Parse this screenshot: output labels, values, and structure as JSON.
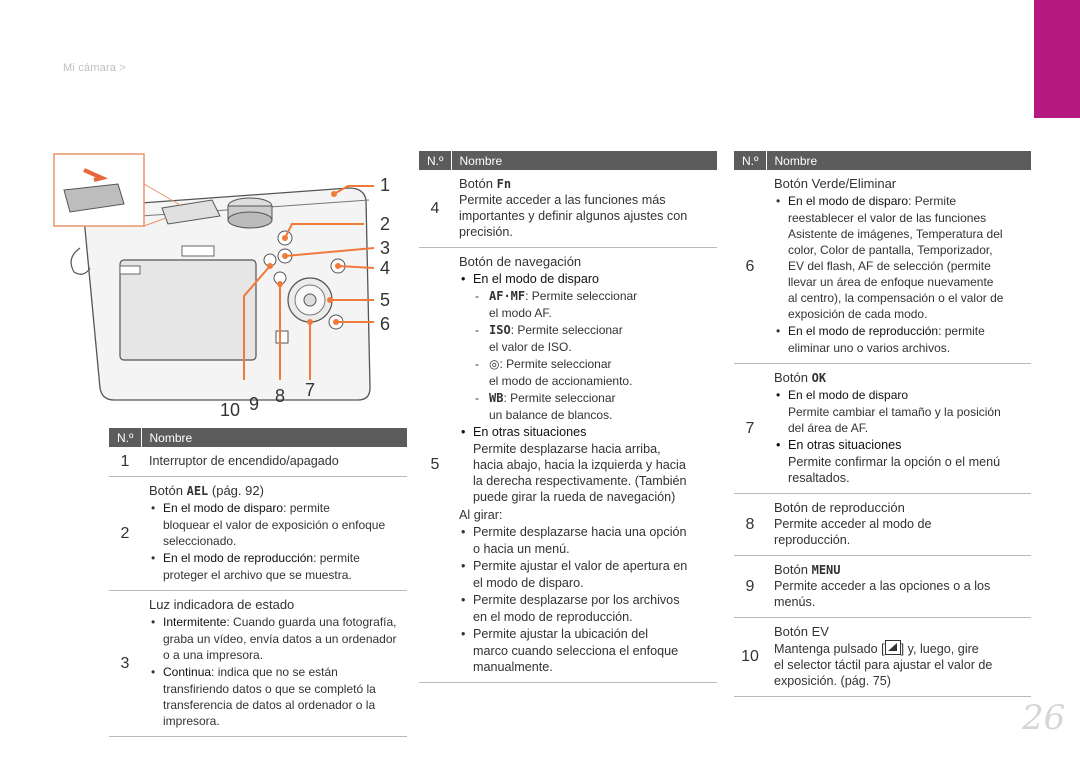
{
  "breadcrumb": "Mi cámara >",
  "page_number": "26",
  "colors": {
    "accent_tab": "#b5187f",
    "table_header": "#5c5c5c",
    "callout_lines": "#f07a3a"
  },
  "illustration": {
    "callouts": [
      "1",
      "2",
      "3",
      "4",
      "5",
      "6",
      "7",
      "8",
      "9",
      "10"
    ]
  },
  "header": {
    "num": "N.º",
    "name": "Nombre"
  },
  "table1": {
    "r1": {
      "num": "1",
      "text": "Interruptor de encendido/apagado"
    },
    "r2": {
      "num": "2",
      "title_pre": "Botón ",
      "title_glyph": "AEL",
      "title_post": " (pág. 92)",
      "b1_bold": "En el modo de disparo",
      "b1_rest": ": permite",
      "b1_cont1": "bloquear el valor de exposición o enfoque",
      "b1_cont2": "seleccionado.",
      "b2_bold": "En el modo de reproducción",
      "b2_rest": ": permite",
      "b2_cont": "proteger el archivo que se muestra."
    },
    "r3": {
      "num": "3",
      "title": "Luz indicadora de estado",
      "b1_bold": "Intermitente",
      "b1_rest": ": Cuando guarda una fotografía,",
      "b1_cont1": "graba un vídeo, envía datos a un ordenador",
      "b1_cont2": "o a una impresora.",
      "b2_bold": "Continua",
      "b2_rest": ": indica que no se están",
      "b2_cont1": "transfiriendo datos o que se completó la",
      "b2_cont2": "transferencia de datos al ordenador o la",
      "b2_cont3": "impresora."
    }
  },
  "table2": {
    "r4": {
      "num": "4",
      "title_pre": "Botón ",
      "title_glyph": "Fn",
      "l1": "Permite acceder a las funciones más",
      "l2": "importantes y definir algunos ajustes con",
      "l3": "precisión."
    },
    "r5": {
      "num": "5",
      "title": "Botón de navegación",
      "b1": "En el modo de disparo",
      "d1_glyph": "AF·MF",
      "d1_rest": ": Permite seleccionar",
      "d1_cont": "el modo AF.",
      "d2_glyph": "ISO",
      "d2_rest": ": Permite seleccionar",
      "d2_cont": "el valor de ISO.",
      "d3_glyph": "◎",
      "d3_rest": ": Permite seleccionar",
      "d3_cont": "el modo de accionamiento.",
      "d4_glyph": "WB",
      "d4_rest": ": Permite seleccionar",
      "d4_cont": "un balance de blancos.",
      "b2": "En otras situaciones",
      "b2_c1": "Permite desplazarse hacia arriba,",
      "b2_c2": "hacia abajo, hacia la izquierda y hacia",
      "b2_c3": "la derecha respectivamente. (También",
      "b2_c4": "puede girar la rueda de navegación)",
      "girar": "Al girar:",
      "g1a": "Permite desplazarse hacia una opción",
      "g1b": "o hacia un menú.",
      "g2a": "Permite ajustar el valor de apertura en",
      "g2b": "el modo de disparo.",
      "g3a": "Permite desplazarse por los archivos",
      "g3b": "en el modo de reproducción.",
      "g4a": "Permite ajustar la ubicación del",
      "g4b": "marco cuando selecciona el enfoque",
      "g4c": "manualmente."
    }
  },
  "table3": {
    "r6": {
      "num": "6",
      "title": "Botón Verde/Eliminar",
      "b1_bold": "En el modo de disparo",
      "b1_rest": ": Permite",
      "b1_c1": "reestablecer el valor de las funciones",
      "b1_c2": "Asistente de imágenes, Temperatura del",
      "b1_c3": "color, Color de pantalla, Temporizador,",
      "b1_c4": "EV del flash, AF de selección (permite",
      "b1_c5": "llevar un área de enfoque nuevamente",
      "b1_c6": "al centro), la compensación o el valor de",
      "b1_c7": "exposición de cada modo.",
      "b2_bold": "En el modo de reproducción",
      "b2_rest": ": permite",
      "b2_c1": "eliminar uno o varios archivos."
    },
    "r7": {
      "num": "7",
      "title_pre": "Botón ",
      "title_glyph": "OK",
      "b1": "En el modo de disparo",
      "b1_c1": "Permite cambiar el tamaño y la posición",
      "b1_c2": "del área de AF.",
      "b2": "En otras situaciones",
      "b2_c1": "Permite confirmar la opción o el menú",
      "b2_c2": "resaltados."
    },
    "r8": {
      "num": "8",
      "title": "Botón de reproducción",
      "l1": "Permite acceder al modo de",
      "l2": "reproducción."
    },
    "r9": {
      "num": "9",
      "title_pre": "Botón ",
      "title_glyph": "MENU",
      "l1": "Permite acceder a las opciones o a los",
      "l2": "menús."
    },
    "r10": {
      "num": "10",
      "title": "Botón EV",
      "l1_pre": "Mantenga pulsado [",
      "l1_post": "] y, luego, gire",
      "l2": "el selector táctil para ajustar el valor de",
      "l3": "exposición. (pág. 75)"
    }
  }
}
